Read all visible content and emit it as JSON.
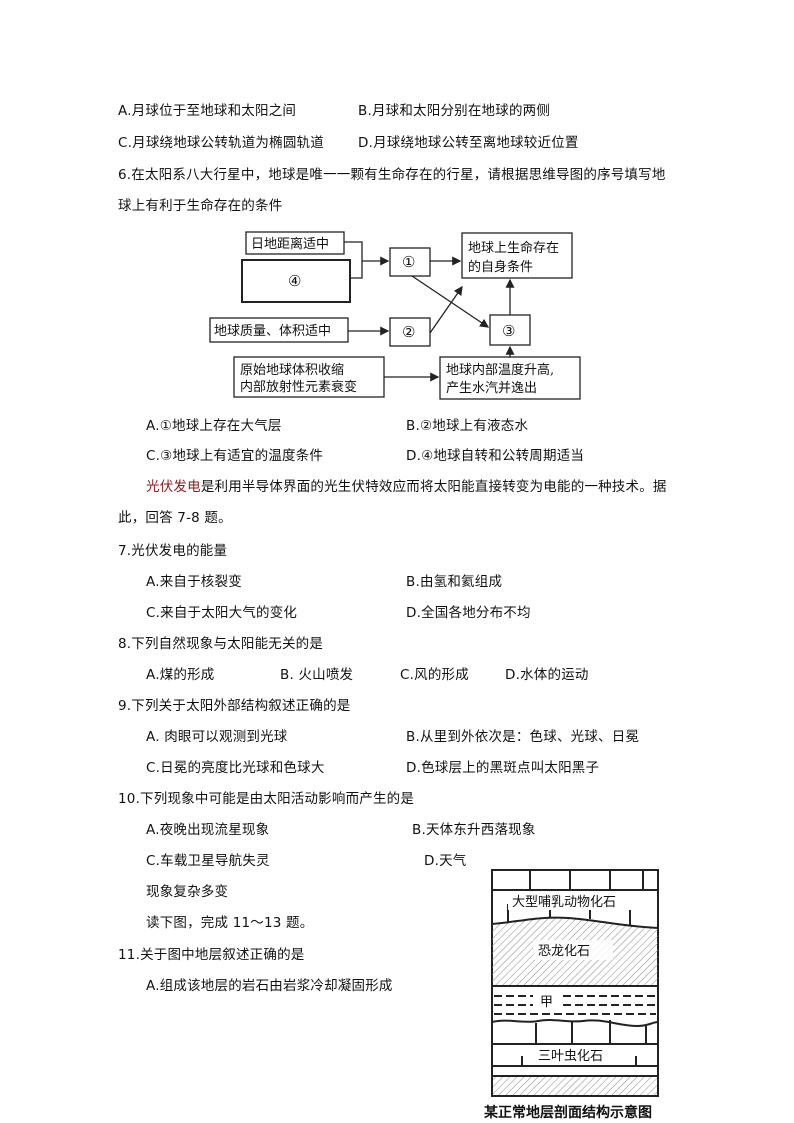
{
  "q5": {
    "options": [
      {
        "label": "A.",
        "text": "月球位于至地球和太阳之间"
      },
      {
        "label": "B.",
        "text": "月球和太阳分别在地球的两侧"
      },
      {
        "label": "C.",
        "text": "月球绕地球公转轨道为椭圆轨道"
      },
      {
        "label": "D.",
        "text": "月球绕地球公转至离地球较近位置"
      }
    ]
  },
  "q6": {
    "stem_line1": "6.在太阳系八大行星中，地球是唯一一颗有生命存在的行星，请根据思维导图的序号填写地",
    "stem_line2": "球上有利于生命存在的条件",
    "diagram": {
      "box_sun_distance": "日地距离适中",
      "box_4": "④",
      "box_1": "①",
      "box_2": "②",
      "box_3": "③",
      "box_mass": "地球质量、体积适中",
      "box_goal_line1": "地球上生命存在",
      "box_goal_line2": "的自身条件",
      "box_origin_line1": "原始地球体积收缩",
      "box_origin_line2": "内部放射性元素衰变",
      "box_temp_line1": "地球内部温度升高,",
      "box_temp_line2": "产生水汽并逸出"
    },
    "options": [
      {
        "label": "A.",
        "text": "①地球上存在大气层"
      },
      {
        "label": "B.",
        "text": "②地球上有液态水"
      },
      {
        "label": "C.",
        "text": "③地球上有适宜的温度条件"
      },
      {
        "label": "D.",
        "text": "④地球自转和公转周期适当"
      }
    ]
  },
  "passage_pv": {
    "highlight": "光伏发电",
    "rest_line1": "是利用半导体界面的光生伏特效应而将太阳能直接转变为电能的一种技术。据",
    "line2": "此，回答 7-8 题。",
    "highlight_color": "#8b1a1a"
  },
  "q7": {
    "stem": "7.光伏发电的能量",
    "options": [
      {
        "label": "A.",
        "text": "来自于核裂变"
      },
      {
        "label": "B.",
        "text": "由氢和氦组成"
      },
      {
        "label": "C.",
        "text": "来自于太阳大气的变化"
      },
      {
        "label": "D.",
        "text": "全国各地分布不均"
      }
    ]
  },
  "q8": {
    "stem": "8.下列自然现象与太阳能无关的是",
    "options": [
      {
        "label": "A.",
        "text": "煤的形成"
      },
      {
        "label": "B.",
        "text": " 火山喷发"
      },
      {
        "label": "C.",
        "text": "风的形成"
      },
      {
        "label": "D.",
        "text": "水体的运动"
      }
    ]
  },
  "q9": {
    "stem": "9.下列关于太阳外部结构叙述正确的是",
    "options": [
      {
        "label": "A.",
        "text": " 肉眼可以观测到光球"
      },
      {
        "label": "B.",
        "text": "从里到外依次是：色球、光球、日冕"
      },
      {
        "label": "C.",
        "text": "日冕的亮度比光球和色球大"
      },
      {
        "label": "D.",
        "text": "色球层上的黑斑点叫太阳黑子"
      }
    ]
  },
  "q10": {
    "stem": "10.下列现象中可能是由太阳活动影响而产生的是",
    "options": [
      {
        "label": "A.",
        "text": "夜晚出现流星现象"
      },
      {
        "label": "B.",
        "text": "天体东升西落现象"
      },
      {
        "label": "C.",
        "text": "车载卫星导航失灵"
      },
      {
        "label": "D.",
        "text": "天气"
      }
    ],
    "d_continued": "现象复杂多变"
  },
  "passage_strata": {
    "text": "读下图，完成 11～13 题。"
  },
  "q11": {
    "stem": "11.关于图中地层叙述正确的是",
    "options": [
      {
        "label": "A.",
        "text": "组成该地层的岩石由岩浆冷却凝固形成"
      }
    ]
  },
  "strata_figure": {
    "layer_top": "大型哺乳动物化石",
    "layer_dino": "恐龙化石",
    "layer_jia": "甲",
    "layer_trilobite": "三叶虫化石",
    "caption": "某正常地层剖面结构示意图"
  }
}
